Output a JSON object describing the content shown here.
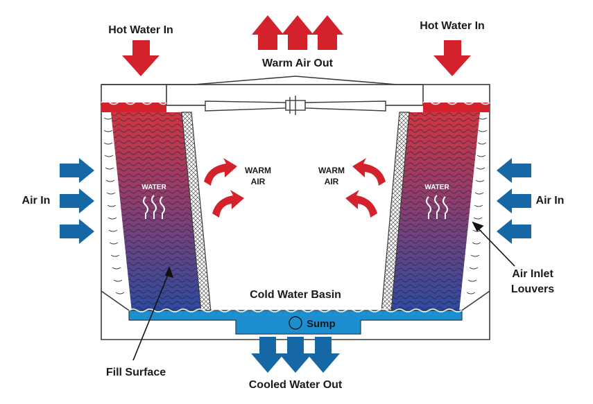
{
  "labels": {
    "hot_water_in_left": "Hot Water In",
    "hot_water_in_right": "Hot Water In",
    "warm_air_out": "Warm Air Out",
    "air_in_left": "Air In",
    "air_in_right": "Air In",
    "warm_air_left": [
      "WARM",
      "AIR"
    ],
    "warm_air_right": [
      "WARM",
      "AIR"
    ],
    "water_left": "WATER",
    "water_right": "WATER",
    "cold_water_basin": "Cold Water Basin",
    "sump": "Sump",
    "fill_surface": "Fill Surface",
    "air_inlet_louvers": [
      "Air Inlet",
      "Louvers"
    ],
    "cooled_water_out": "Cooled Water Out"
  },
  "colors": {
    "hot": "#d3222b",
    "fill_top": "#c8343f",
    "fill_bottom": "#2e4a9c",
    "cold": "#1567a6",
    "basin": "#1d8fd0",
    "outline": "#3a3a3a"
  },
  "icons": {
    "hot_arrow": "arrow-down-red",
    "warm_arrow": "arrow-up-red",
    "air_arrow": "arrow-right-blue",
    "cooled_arrow": "arrow-down-blue",
    "fan": "fan-icon"
  }
}
